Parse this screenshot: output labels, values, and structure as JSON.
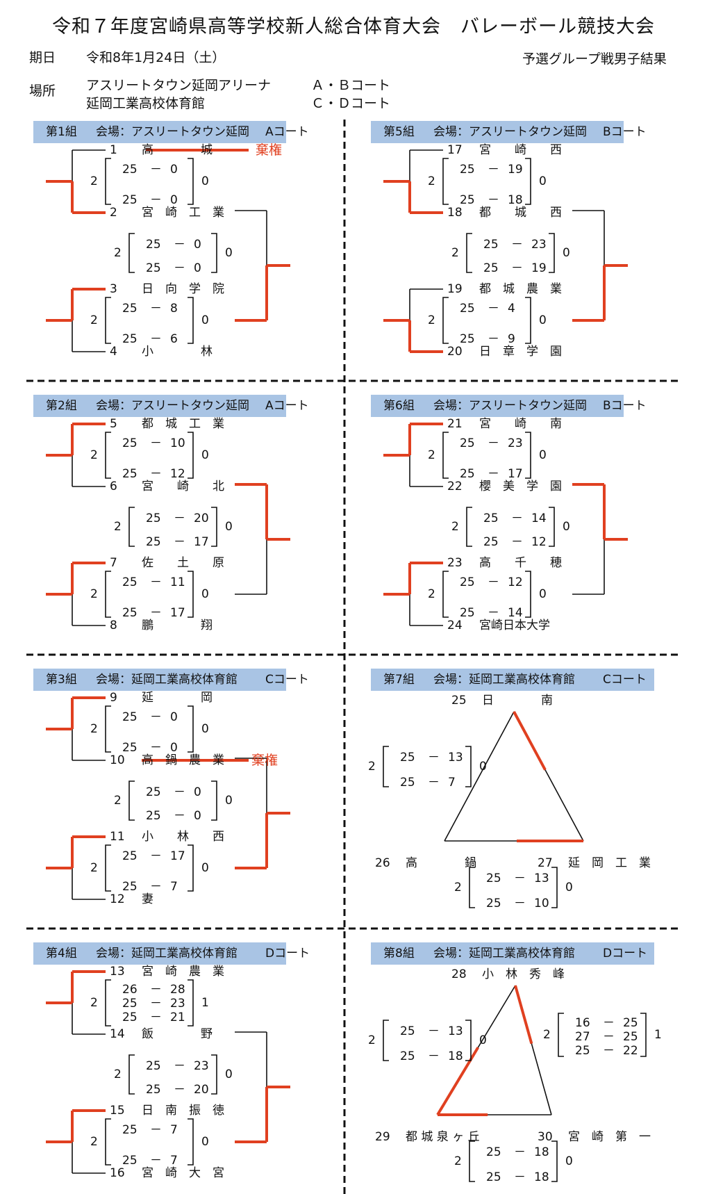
{
  "title": "令和７年度宮崎県高等学校新人総合体育大会　バレーボール競技大会",
  "info": {
    "date_label": "期日",
    "date_value": "令和8年1月24日（土）",
    "place_label": "場所",
    "venue1": "アスリートタウン延岡アリーナ",
    "venue1_courts": "Ａ・Ｂコート",
    "venue2": "延岡工業高校体育館",
    "venue2_courts": "Ｃ・Ｄコート",
    "result_title": "予選グループ戦男子結果"
  },
  "groups": [
    {
      "id": "g1",
      "name": "第1組",
      "venue": "会場：アスリートタウン延岡",
      "court": "Aコート",
      "teams": [
        {
          "no": "1",
          "name": "高　　　　城"
        },
        {
          "no": "2",
          "name": "宮　崎　工　業"
        },
        {
          "no": "3",
          "name": "日　向　学　院"
        },
        {
          "no": "4",
          "name": "小　　　　林"
        }
      ],
      "abandon": "棄権",
      "m1": {
        "l": "2",
        "r": "0",
        "sets": [
          [
            "25",
            "0"
          ],
          [
            "25",
            "0"
          ]
        ]
      },
      "m2": {
        "l": "2",
        "r": "0",
        "sets": [
          [
            "25",
            "0"
          ],
          [
            "25",
            "0"
          ]
        ]
      },
      "m3": {
        "l": "2",
        "r": "0",
        "sets": [
          [
            "25",
            "8"
          ],
          [
            "25",
            "6"
          ]
        ]
      }
    },
    {
      "id": "g2",
      "name": "第2組",
      "venue": "会場：アスリートタウン延岡",
      "court": "Aコート",
      "teams": [
        {
          "no": "5",
          "name": "都　城　工　業"
        },
        {
          "no": "6",
          "name": "宮　　崎　　北"
        },
        {
          "no": "7",
          "name": "佐　　土　　原"
        },
        {
          "no": "8",
          "name": "鵬　　　　翔"
        }
      ],
      "m1": {
        "l": "2",
        "r": "0",
        "sets": [
          [
            "25",
            "10"
          ],
          [
            "25",
            "12"
          ]
        ]
      },
      "m2": {
        "l": "2",
        "r": "0",
        "sets": [
          [
            "25",
            "20"
          ],
          [
            "25",
            "17"
          ]
        ]
      },
      "m3": {
        "l": "2",
        "r": "0",
        "sets": [
          [
            "25",
            "11"
          ],
          [
            "25",
            "17"
          ]
        ]
      }
    },
    {
      "id": "g3",
      "name": "第3組",
      "venue": "会場：延岡工業高校体育館",
      "court": "Cコート",
      "teams": [
        {
          "no": "9",
          "name": "延　　　　岡"
        },
        {
          "no": "10",
          "name": "高　鍋　農　業"
        },
        {
          "no": "11",
          "name": "小　　林　　西"
        },
        {
          "no": "12",
          "name": "妻"
        }
      ],
      "abandon": "棄権",
      "m1": {
        "l": "2",
        "r": "0",
        "sets": [
          [
            "25",
            "0"
          ],
          [
            "25",
            "0"
          ]
        ]
      },
      "m2": {
        "l": "2",
        "r": "0",
        "sets": [
          [
            "25",
            "0"
          ],
          [
            "25",
            "0"
          ]
        ]
      },
      "m3": {
        "l": "2",
        "r": "0",
        "sets": [
          [
            "25",
            "17"
          ],
          [
            "25",
            "7"
          ]
        ]
      }
    },
    {
      "id": "g4",
      "name": "第4組",
      "venue": "会場：延岡工業高校体育館",
      "court": "Dコート",
      "teams": [
        {
          "no": "13",
          "name": "宮　崎　農　業"
        },
        {
          "no": "14",
          "name": "飯　　　　野"
        },
        {
          "no": "15",
          "name": "日　南　振　徳"
        },
        {
          "no": "16",
          "name": "宮　崎　大　宮"
        }
      ],
      "m1": {
        "l": "2",
        "r": "1",
        "sets": [
          [
            "26",
            "28"
          ],
          [
            "25",
            "23"
          ],
          [
            "25",
            "21"
          ]
        ]
      },
      "m2": {
        "l": "2",
        "r": "0",
        "sets": [
          [
            "25",
            "23"
          ],
          [
            "25",
            "20"
          ]
        ]
      },
      "m3": {
        "l": "2",
        "r": "0",
        "sets": [
          [
            "25",
            "7"
          ],
          [
            "25",
            "7"
          ]
        ]
      }
    },
    {
      "id": "g5",
      "name": "第5組",
      "venue": "会場：アスリートタウン延岡",
      "court": "Bコート",
      "teams": [
        {
          "no": "17",
          "name": "宮　　崎　　西"
        },
        {
          "no": "18",
          "name": "都　　城　　西"
        },
        {
          "no": "19",
          "name": "都　城　農　業"
        },
        {
          "no": "20",
          "name": "日　章　学　園"
        }
      ],
      "m1": {
        "l": "2",
        "r": "0",
        "sets": [
          [
            "25",
            "19"
          ],
          [
            "25",
            "18"
          ]
        ]
      },
      "m2": {
        "l": "2",
        "r": "0",
        "sets": [
          [
            "25",
            "23"
          ],
          [
            "25",
            "19"
          ]
        ]
      },
      "m3": {
        "l": "2",
        "r": "0",
        "sets": [
          [
            "25",
            "4"
          ],
          [
            "25",
            "9"
          ]
        ]
      }
    },
    {
      "id": "g6",
      "name": "第6組",
      "venue": "会場：アスリートタウン延岡",
      "court": "Bコート",
      "teams": [
        {
          "no": "21",
          "name": "宮　　崎　　南"
        },
        {
          "no": "22",
          "name": "櫻　美　学　園"
        },
        {
          "no": "23",
          "name": "高　　千　　穂"
        },
        {
          "no": "24",
          "name": "宮崎日本大学"
        }
      ],
      "m1": {
        "l": "2",
        "r": "0",
        "sets": [
          [
            "25",
            "23"
          ],
          [
            "25",
            "17"
          ]
        ]
      },
      "m2": {
        "l": "2",
        "r": "0",
        "sets": [
          [
            "25",
            "14"
          ],
          [
            "25",
            "12"
          ]
        ]
      },
      "m3": {
        "l": "2",
        "r": "0",
        "sets": [
          [
            "25",
            "12"
          ],
          [
            "25",
            "14"
          ]
        ]
      }
    },
    {
      "id": "g7",
      "name": "第7組",
      "venue": "会場：延岡工業高校体育館",
      "court": "Cコート",
      "teams": [
        {
          "no": "25",
          "name": "日　　　　南"
        },
        {
          "no": "26",
          "name": "高　　　　鍋"
        },
        {
          "no": "27",
          "name": "延　岡　工　業"
        }
      ],
      "left": {
        "l": "2",
        "r": "0",
        "sets": [
          [
            "25",
            "13"
          ],
          [
            "25",
            "7"
          ]
        ]
      },
      "bottom": {
        "l": "2",
        "r": "0",
        "sets": [
          [
            "25",
            "13"
          ],
          [
            "25",
            "10"
          ]
        ]
      }
    },
    {
      "id": "g8",
      "name": "第8組",
      "venue": "会場：延岡工業高校体育館",
      "court": "Dコート",
      "teams": [
        {
          "no": "28",
          "name": "小　林　秀　峰"
        },
        {
          "no": "29",
          "name": "都 城 泉 ヶ 丘"
        },
        {
          "no": "30",
          "name": "宮　崎　第　一"
        }
      ],
      "left": {
        "l": "2",
        "r": "0",
        "sets": [
          [
            "25",
            "13"
          ],
          [
            "25",
            "18"
          ]
        ]
      },
      "right": {
        "l": "2",
        "r": "1",
        "sets": [
          [
            "16",
            "25"
          ],
          [
            "27",
            "25"
          ],
          [
            "25",
            "22"
          ]
        ]
      },
      "bottom": {
        "l": "2",
        "r": "0",
        "sets": [
          [
            "25",
            "18"
          ],
          [
            "25",
            "18"
          ]
        ]
      }
    }
  ]
}
